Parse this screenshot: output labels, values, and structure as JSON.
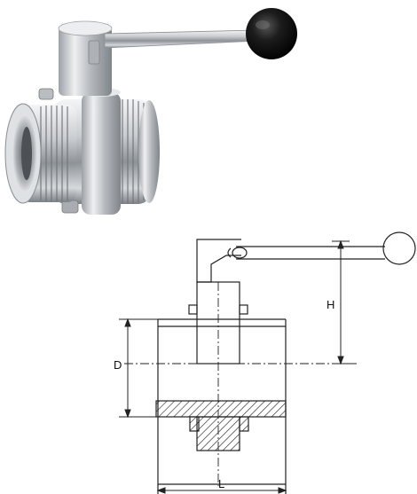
{
  "product_photo": {
    "subject": "sanitary-butterfly-valve"
  },
  "technical_drawing": {
    "dimension_labels": {
      "height": "H",
      "diameter": "D",
      "length": "L"
    }
  }
}
